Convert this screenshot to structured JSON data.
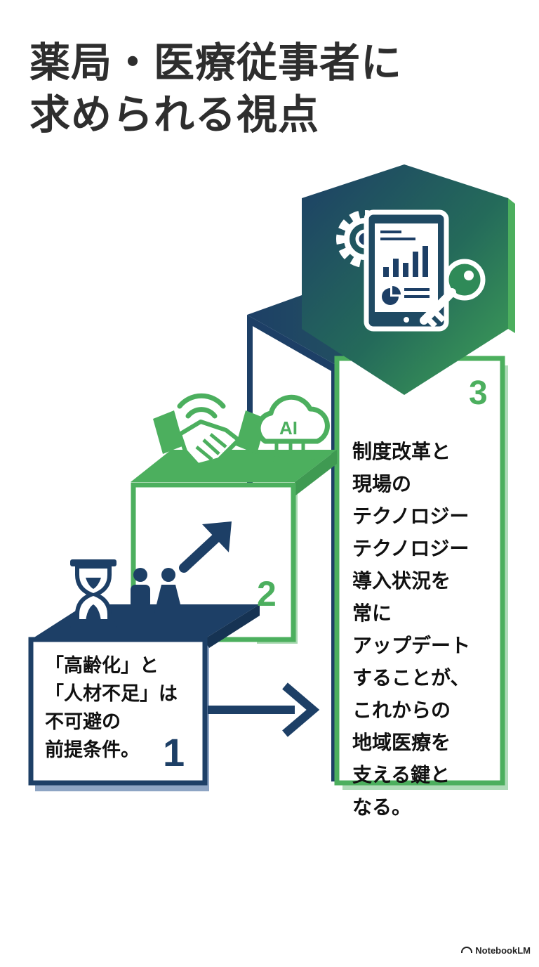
{
  "title": {
    "line1": "薬局・医療従事者に",
    "line2": "求められる視点"
  },
  "steps": [
    {
      "number": "1",
      "lines": [
        "「高齢化」と",
        "「人材不足」は",
        "不可避の",
        "前提条件。"
      ],
      "icons": [
        "hourglass-icon",
        "people-icon",
        "trend-up-arrow-icon"
      ]
    },
    {
      "number": "2",
      "icons": [
        "handshake-icon",
        "wireless-icon",
        "ai-cloud-icon"
      ]
    },
    {
      "number": "3",
      "lines": [
        "制度改革と",
        "現場の",
        "テクノロジー",
        "テクノロジー",
        "導入状況を",
        "常に",
        "アップデート",
        "することが、",
        "これからの",
        "地域医療を",
        "支える鍵と",
        "なる。"
      ],
      "icons": [
        "gear-icon",
        "tablet-chart-icon",
        "key-icon"
      ]
    }
  ],
  "colors": {
    "navy": "#1d3f66",
    "green": "#4caf5e",
    "title": "#2e2e2e"
  },
  "branding": {
    "label": "NotebookLM",
    "icon": "notebooklm-logo-icon"
  }
}
